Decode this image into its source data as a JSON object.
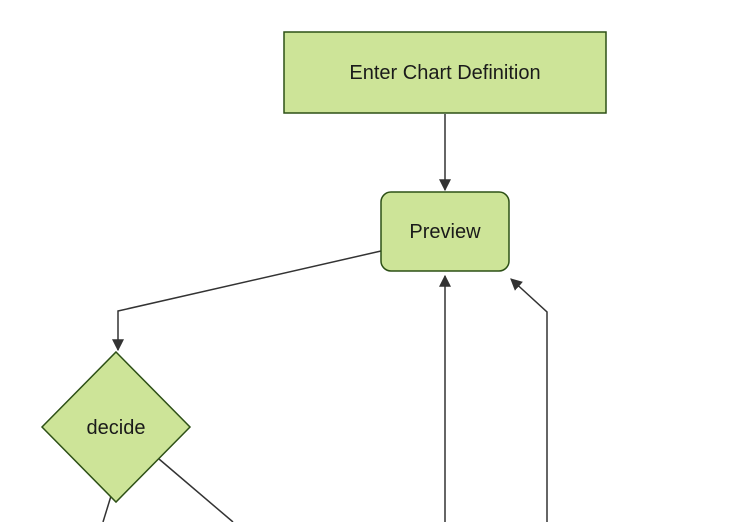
{
  "diagram": {
    "type": "flowchart",
    "orientation": "top-down",
    "background": "#ffffff",
    "colors": {
      "node_fill": "#cde498",
      "node_border": "#2d5016",
      "edge_line": "#333333",
      "label_text": "#1a1a1a"
    },
    "nodes": [
      {
        "id": "enter-chart-definition",
        "label": "Enter Chart Definition",
        "shape": "rectangle"
      },
      {
        "id": "preview",
        "label": "Preview",
        "shape": "rounded-rectangle"
      },
      {
        "id": "decide",
        "label": "decide",
        "shape": "diamond"
      }
    ],
    "edges": [
      {
        "from": "enter-chart-definition",
        "to": "preview",
        "arrow": "arrowhead-into-preview-top"
      },
      {
        "from": "preview",
        "to": "decide",
        "arrow": "arrowhead-into-decide-top"
      },
      {
        "from": "offscreen-bottom",
        "to": "preview",
        "arrow": "arrowhead-into-preview-bottom"
      },
      {
        "from": "offscreen-bottom-right",
        "to": "preview",
        "arrow": "arrowhead-into-preview-bottom-right-corner"
      },
      {
        "from": "decide",
        "to": "offscreen-bottom-left",
        "arrow": "none-visible"
      },
      {
        "from": "decide",
        "to": "offscreen-bottom-right",
        "arrow": "none-visible"
      }
    ]
  }
}
